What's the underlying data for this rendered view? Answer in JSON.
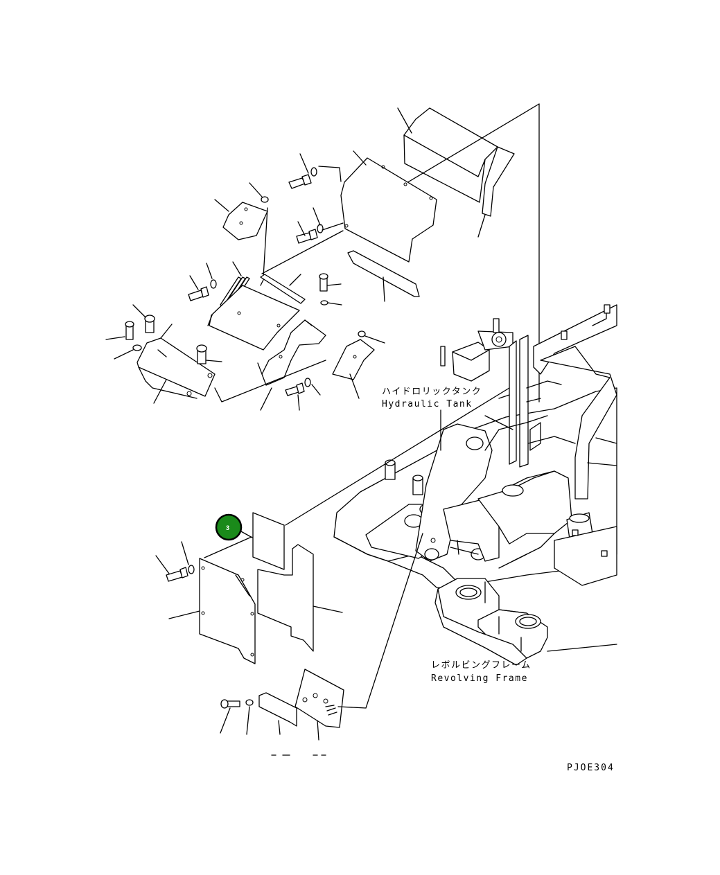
{
  "labels": {
    "hydraulic_tank_jp": "ハイドロリックタンク",
    "hydraulic_tank_en": "Hydraulic Tank",
    "revolving_frame_jp": "レボルビングフレーム",
    "revolving_frame_en": "Revolving Frame",
    "drawing_code": "PJOE304"
  },
  "callout": {
    "number": "3",
    "color": "#1a8a1a"
  }
}
